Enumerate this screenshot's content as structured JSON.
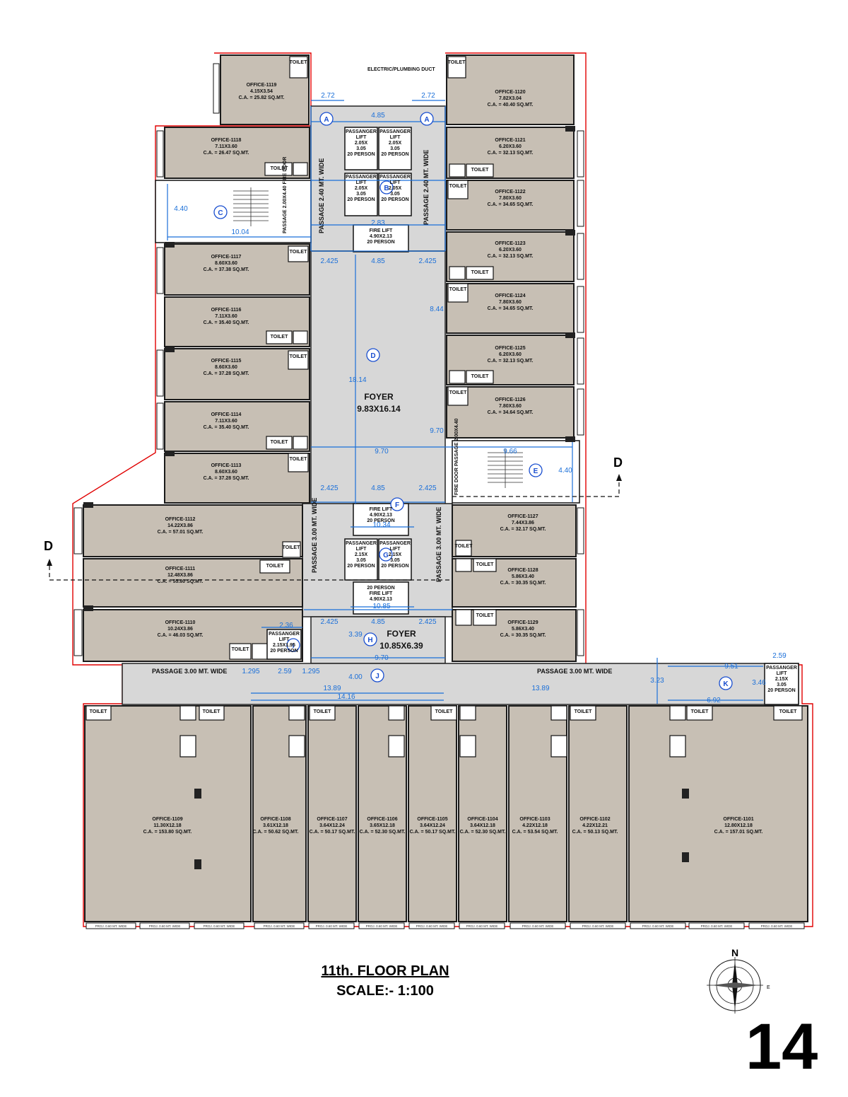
{
  "title": "11th. FLOOR PLAN",
  "scale": "SCALE:- 1:100",
  "page_number": "14",
  "compass": {
    "n": "N",
    "e": "E"
  },
  "section_mark": "D",
  "duct_label": "ELECTRIC/PLUMBING DUCT",
  "common": {
    "foyer_main": {
      "name": "FOYER",
      "size": "9.83X16.14"
    },
    "foyer_lower": {
      "name": "FOYER",
      "size": "10.85X6.39"
    },
    "passage_left_top": "PASSAGE 2.40 MT. WIDE",
    "passage_right_top": "PASSAGE 2.40 MT. WIDE",
    "passage_left_mid": "PASSAGE 3.00 MT. WIDE",
    "passage_right_mid": "PASSAGE 3.00 MT. WIDE",
    "passage_h_left": "PASSAGE 3.00 MT. WIDE",
    "passage_h_right": "PASSAGE 3.00 MT. WIDE",
    "stair_passage_left": "PASSAGE 2.00X4.40 FIRE DOOR",
    "stair_passage_right": "FIRE DOOR PASSAGE 2.00X4.40"
  },
  "lifts": {
    "pl1": [
      "PASSANGER",
      "LIFT",
      "2.05X",
      "3.05",
      "20 PERSON"
    ],
    "pl2": [
      "PASSANGER",
      "LIFT",
      "2.05X",
      "3.05",
      "20 PERSON"
    ],
    "pl3": [
      "PASSANGER",
      "LIFT",
      "2.05X",
      "3.05",
      "20 PERSON"
    ],
    "pl4": [
      "PASSANGER",
      "LIFT",
      "2.05X",
      "3.05",
      "20 PERSON"
    ],
    "fl_top": [
      "FIRE LIFT",
      "4.90X2.13",
      "20 PERSON"
    ],
    "fl_mid": [
      "FIRE LIFT",
      "4.90X2.13",
      "20 PERSON"
    ],
    "pl5": [
      "PASSANGER",
      "LIFT",
      "2.15X",
      "3.05",
      "20 PERSON"
    ],
    "pl6": [
      "PASSANGER",
      "LIFT",
      "2.15X",
      "3.05",
      "20 PERSON"
    ],
    "fl_bot": [
      "20 PERSON",
      "FIRE LIFT",
      "4.90X2.13"
    ],
    "pl7": [
      "PASSANGER",
      "LIFT",
      "2.15X1.95",
      "20 PERSON"
    ],
    "pl8": [
      "PASSANGER",
      "LIFT",
      "2.15X",
      "3.05",
      "20 PERSON"
    ]
  },
  "offices": [
    {
      "name": "OFFICE-1119",
      "size": "4.15X3.54",
      "area": "C.A. = 25.82 SQ.MT."
    },
    {
      "name": "OFFICE-1118",
      "size": "7.11X3.60",
      "area": "C.A. = 26.47 SQ.MT."
    },
    {
      "name": "OFFICE-1117",
      "size": "8.60X3.60",
      "area": "C.A. = 37.38 SQ.MT."
    },
    {
      "name": "OFFICE-1116",
      "size": "7.11X3.60",
      "area": "C.A. = 35.40 SQ.MT."
    },
    {
      "name": "OFFICE-1115",
      "size": "8.60X3.60",
      "area": "C.A. = 37.28 SQ.MT."
    },
    {
      "name": "OFFICE-1114",
      "size": "7.11X3.60",
      "area": "C.A. = 35.40 SQ.MT."
    },
    {
      "name": "OFFICE-1113",
      "size": "8.60X3.60",
      "area": "C.A. = 37.28 SQ.MT."
    },
    {
      "name": "OFFICE-1112",
      "size": "14.22X3.86",
      "area": "C.A. = 57.01 SQ.MT."
    },
    {
      "name": "OFFICE-1111",
      "size": "12.48X3.86",
      "area": "C.A. = 55.80 SQ.MT."
    },
    {
      "name": "OFFICE-1110",
      "size": "10.24X3.86",
      "area": "C.A. = 46.03 SQ.MT."
    },
    {
      "name": "OFFICE-1120",
      "size": "7.82X3.04",
      "area": "C.A. = 40.40 SQ.MT."
    },
    {
      "name": "OFFICE-1121",
      "size": "6.20X3.60",
      "area": "C.A. = 32.13 SQ.MT."
    },
    {
      "name": "OFFICE-1122",
      "size": "7.80X3.60",
      "area": "C.A. = 34.65 SQ.MT."
    },
    {
      "name": "OFFICE-1123",
      "size": "6.20X3.60",
      "area": "C.A. = 32.13 SQ.MT."
    },
    {
      "name": "OFFICE-1124",
      "size": "7.80X3.60",
      "area": "C.A. = 34.65 SQ.MT."
    },
    {
      "name": "OFFICE-1125",
      "size": "6.20X3.60",
      "area": "C.A. = 32.13 SQ.MT."
    },
    {
      "name": "OFFICE-1126",
      "size": "7.80X3.60",
      "area": "C.A. = 34.64 SQ.MT."
    },
    {
      "name": "OFFICE-1127",
      "size": "7.44X3.86",
      "area": "C.A. = 32.17 SQ.MT."
    },
    {
      "name": "OFFICE-1128",
      "size": "5.86X3.40",
      "area": "C.A. = 30.35 SQ.MT."
    },
    {
      "name": "OFFICE-1129",
      "size": "5.86X3.40",
      "area": "C.A. = 30.35 SQ.MT."
    },
    {
      "name": "OFFICE-1109",
      "size": "11.30X12.18",
      "area": "C.A. = 153.80 SQ.MT."
    },
    {
      "name": "OFFICE-1108",
      "size": "3.61X12.18",
      "area": "C.A. = 50.62 SQ.MT."
    },
    {
      "name": "OFFICE-1107",
      "size": "3.64X12.24",
      "area": "C.A. = 50.17 SQ.MT."
    },
    {
      "name": "OFFICE-1106",
      "size": "3.65X12.18",
      "area": "C.A. = 52.30 SQ.MT."
    },
    {
      "name": "OFFICE-1105",
      "size": "3.64X12.24",
      "area": "C.A. = 50.17 SQ.MT."
    },
    {
      "name": "OFFICE-1104",
      "size": "3.64X12.18",
      "area": "C.A. = 52.30 SQ.MT."
    },
    {
      "name": "OFFICE-1103",
      "size": "4.22X12.18",
      "area": "C.A. = 53.54 SQ.MT."
    },
    {
      "name": "OFFICE-1102",
      "size": "4.22X12.21",
      "area": "C.A. = 50.13 SQ.MT."
    },
    {
      "name": "OFFICE-1101",
      "size": "12.80X12.18",
      "area": "C.A. = 157.01 SQ.MT."
    }
  ],
  "circle_labels": [
    "A",
    "A",
    "B",
    "C",
    "D",
    "E",
    "F",
    "G",
    "H",
    "I",
    "J",
    "K"
  ],
  "dimensions": [
    "2.72",
    "2.72",
    "4.85",
    "4.40",
    "10.04",
    "2.425",
    "4.85",
    "2.425",
    "8.44",
    "18.14",
    "9.70",
    "9.70",
    "9.66",
    "4.40",
    "2.425",
    "4.85",
    "2.425",
    "10.34",
    "10.85",
    "2.425",
    "4.85",
    "2.425",
    "2.36",
    "1.295",
    "2.59",
    "1.295",
    "13.89",
    "14.16",
    "13.89",
    "9.70",
    "2.59",
    "9.51",
    "6.92",
    "3.46",
    "3.23",
    "2.83",
    "3.39",
    "4.00"
  ],
  "toilet_text": "TOILET",
  "proj_text": "PROJ. 0.60 MT. WIDE"
}
